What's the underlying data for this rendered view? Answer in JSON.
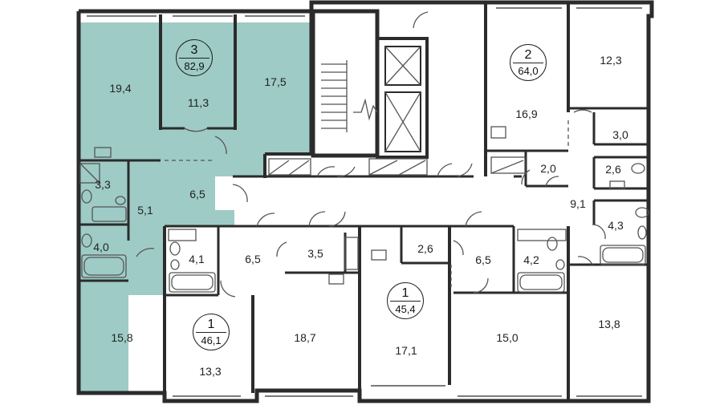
{
  "colors": {
    "highlight": "#9ecbc6",
    "wall": "#2b2b2b",
    "fixture": "#555555"
  },
  "apartments": [
    {
      "id": "apt-3",
      "rooms": "3",
      "area": "82,9"
    },
    {
      "id": "apt-2",
      "rooms": "2",
      "area": "64,0"
    },
    {
      "id": "apt-1-left",
      "rooms": "1",
      "area": "46,1"
    },
    {
      "id": "apt-1-center",
      "rooms": "1",
      "area": "45,4"
    }
  ],
  "rooms": [
    "19,4",
    "11,3",
    "17,5",
    "3,3",
    "5,1",
    "6,5",
    "4,0",
    "15,8",
    "16,9",
    "12,3",
    "3,0",
    "2,0",
    "2,6",
    "9,1",
    "4,3",
    "4,1",
    "6,5",
    "3,5",
    "2,6",
    "6,5",
    "4,2",
    "13,3",
    "18,7",
    "17,1",
    "15,0",
    "13,8"
  ]
}
